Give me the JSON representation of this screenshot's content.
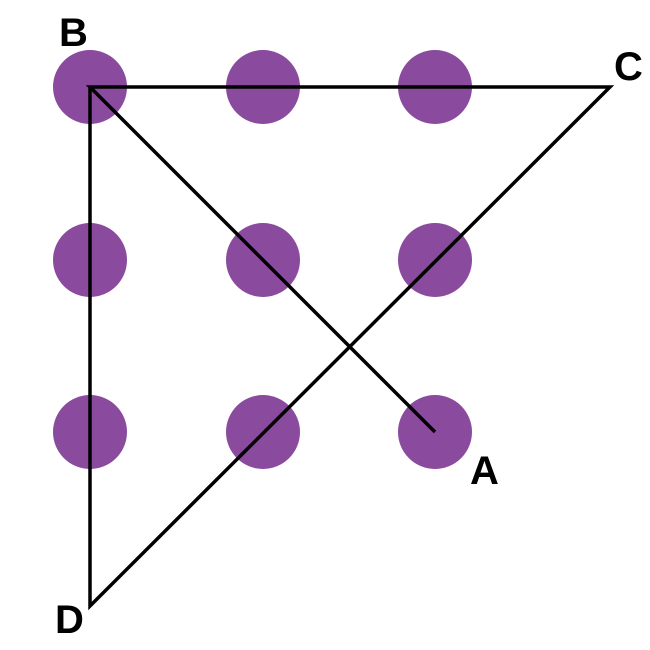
{
  "puzzle": {
    "dots": {
      "grid": "3x3",
      "color": "#8a4a9e"
    },
    "path": {
      "color": "#000000",
      "sequence": [
        "A",
        "B",
        "C",
        "D",
        "B"
      ]
    },
    "labels": {
      "a": "A",
      "b": "B",
      "c": "C",
      "d": "D"
    }
  }
}
